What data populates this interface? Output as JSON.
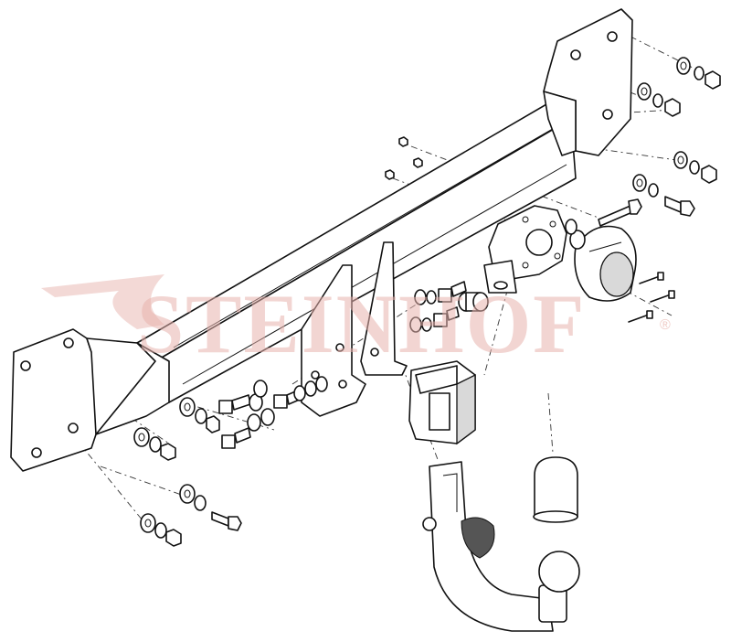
{
  "watermark": {
    "text": "STEINHOF",
    "registered_mark": "®",
    "color": "#e8b3ad"
  },
  "drawing": {
    "line_color": "#111111",
    "background": "#ffffff",
    "components": [
      "crossbar",
      "left-mounting-plate",
      "right-mounting-plate",
      "socket-bracket",
      "electrical-socket",
      "ball-holder",
      "tow-ball-neck",
      "ball-cap",
      "bolts",
      "nuts",
      "washers",
      "spacer-sleeve"
    ]
  }
}
